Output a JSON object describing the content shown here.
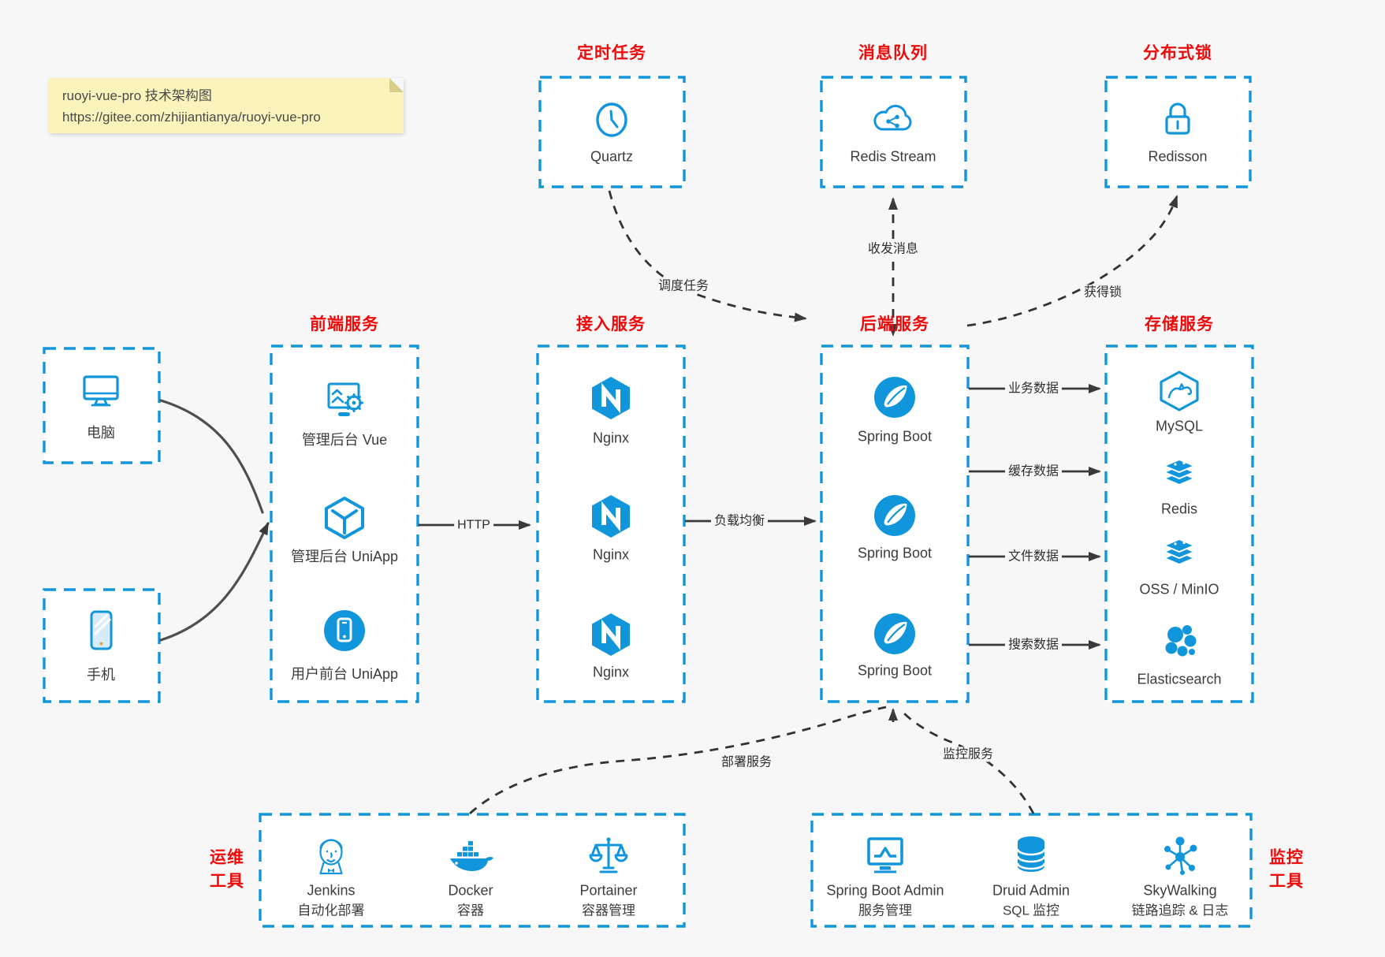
{
  "note": {
    "title": "ruoyi-vue-pro 技术架构图",
    "url": "https://gitee.com/zhijiantianya/ruoyi-vue-pro"
  },
  "colors": {
    "blue": "#1296db",
    "red": "#ee0a0a",
    "arrow_gray": "#3a3a3a",
    "note_bg": "#faf3bb",
    "canvas_bg": "#f7f7f8"
  },
  "top_services": [
    {
      "title": "定时任务",
      "label": "Quartz",
      "icon": "clock-icon"
    },
    {
      "title": "消息队列",
      "label": "Redis Stream",
      "icon": "cloud-share-icon"
    },
    {
      "title": "分布式锁",
      "label": "Redisson",
      "icon": "lock-icon"
    }
  ],
  "clients": [
    {
      "label": "电脑",
      "icon": "desktop-icon"
    },
    {
      "label": "手机",
      "icon": "smartphone-icon"
    }
  ],
  "service_columns": [
    {
      "title": "前端服务",
      "items": [
        {
          "label": "管理后台 Vue",
          "icon": "admin-vue-icon"
        },
        {
          "label": "管理后台 UniApp",
          "icon": "uniapp-cube-icon"
        },
        {
          "label": "用户前台 UniApp",
          "icon": "user-app-icon"
        }
      ]
    },
    {
      "title": "接入服务",
      "items": [
        {
          "label": "Nginx",
          "icon": "nginx-icon"
        },
        {
          "label": "Nginx",
          "icon": "nginx-icon"
        },
        {
          "label": "Nginx",
          "icon": "nginx-icon"
        }
      ]
    },
    {
      "title": "后端服务",
      "items": [
        {
          "label": "Spring Boot",
          "icon": "spring-icon"
        },
        {
          "label": "Spring Boot",
          "icon": "spring-icon"
        },
        {
          "label": "Spring Boot",
          "icon": "spring-icon"
        }
      ]
    },
    {
      "title": "存储服务",
      "items": [
        {
          "label": "MySQL",
          "icon": "mysql-icon"
        },
        {
          "label": "Redis",
          "icon": "redis-stack-icon"
        },
        {
          "label": "OSS / MinIO",
          "icon": "redis-stack-icon"
        },
        {
          "label": "Elasticsearch",
          "icon": "elasticsearch-icon"
        }
      ]
    }
  ],
  "tool_groups": [
    {
      "side_label_line1": "运维",
      "side_label_line2": "工具",
      "items": [
        {
          "name": "Jenkins",
          "desc": "自动化部署",
          "icon": "jenkins-icon"
        },
        {
          "name": "Docker",
          "desc": "容器",
          "icon": "docker-whale-icon"
        },
        {
          "name": "Portainer",
          "desc": "容器管理",
          "icon": "scales-icon"
        }
      ]
    },
    {
      "side_label_line1": "监控",
      "side_label_line2": "工具",
      "items": [
        {
          "name": "Spring Boot Admin",
          "desc": "服务管理",
          "icon": "monitor-chart-icon"
        },
        {
          "name": "Druid Admin",
          "desc": "SQL 监控",
          "icon": "database-icon"
        },
        {
          "name": "SkyWalking",
          "desc": "链路追踪 & 日志",
          "icon": "topology-icon"
        }
      ]
    }
  ],
  "edge_labels": {
    "http": "HTTP",
    "load_balancing": "负载均衡",
    "schedule_task": "调度任务",
    "send_receive_message": "收发消息",
    "acquire_lock": "获得锁",
    "business_data": "业务数据",
    "cache_data": "缓存数据",
    "file_data": "文件数据",
    "search_data": "搜索数据",
    "deploy_service": "部署服务",
    "monitor_service": "监控服务"
  }
}
